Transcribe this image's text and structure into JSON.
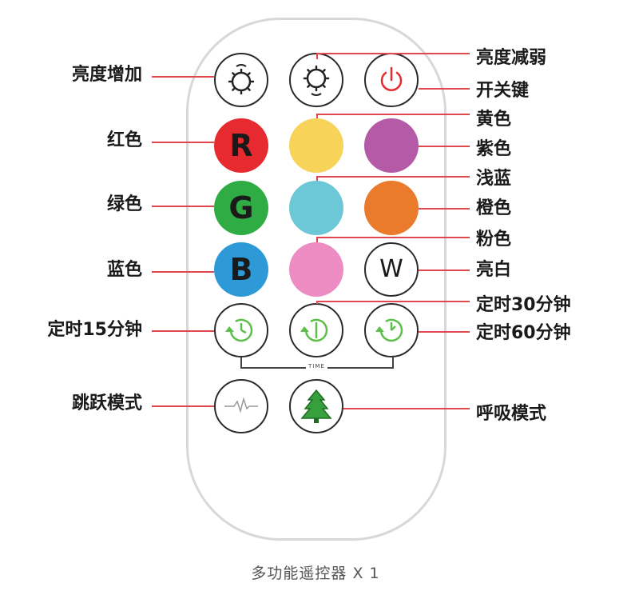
{
  "labels": {
    "brightness_up": "亮度增加",
    "brightness_down": "亮度减弱",
    "power": "开关键",
    "red": "红色",
    "yellow": "黄色",
    "purple": "紫色",
    "light_blue": "浅蓝",
    "green": "绿色",
    "orange": "橙色",
    "pink": "粉色",
    "blue": "蓝色",
    "white": "亮白",
    "timer15": "定时15分钟",
    "timer30": "定时30分钟",
    "timer60": "定时60分钟",
    "jump": "跳跃模式",
    "breath": "呼吸模式"
  },
  "buttons": {
    "red_letter": "R",
    "green_letter": "G",
    "blue_letter": "B",
    "white_letter": "W",
    "time_text": "TIME"
  },
  "caption": "多功能遥控器 X 1",
  "colors": {
    "red": "#e62a2f",
    "yellow": "#f7d35a",
    "purple": "#b45aa6",
    "light_blue": "#6cc8d6",
    "green": "#2fac44",
    "orange": "#ea7a2c",
    "pink": "#ec8cc3",
    "blue": "#2d9ad7",
    "leader_line": "#e0484f",
    "timer_green": "#5cbf4a",
    "tree_green": "#36a13c"
  }
}
